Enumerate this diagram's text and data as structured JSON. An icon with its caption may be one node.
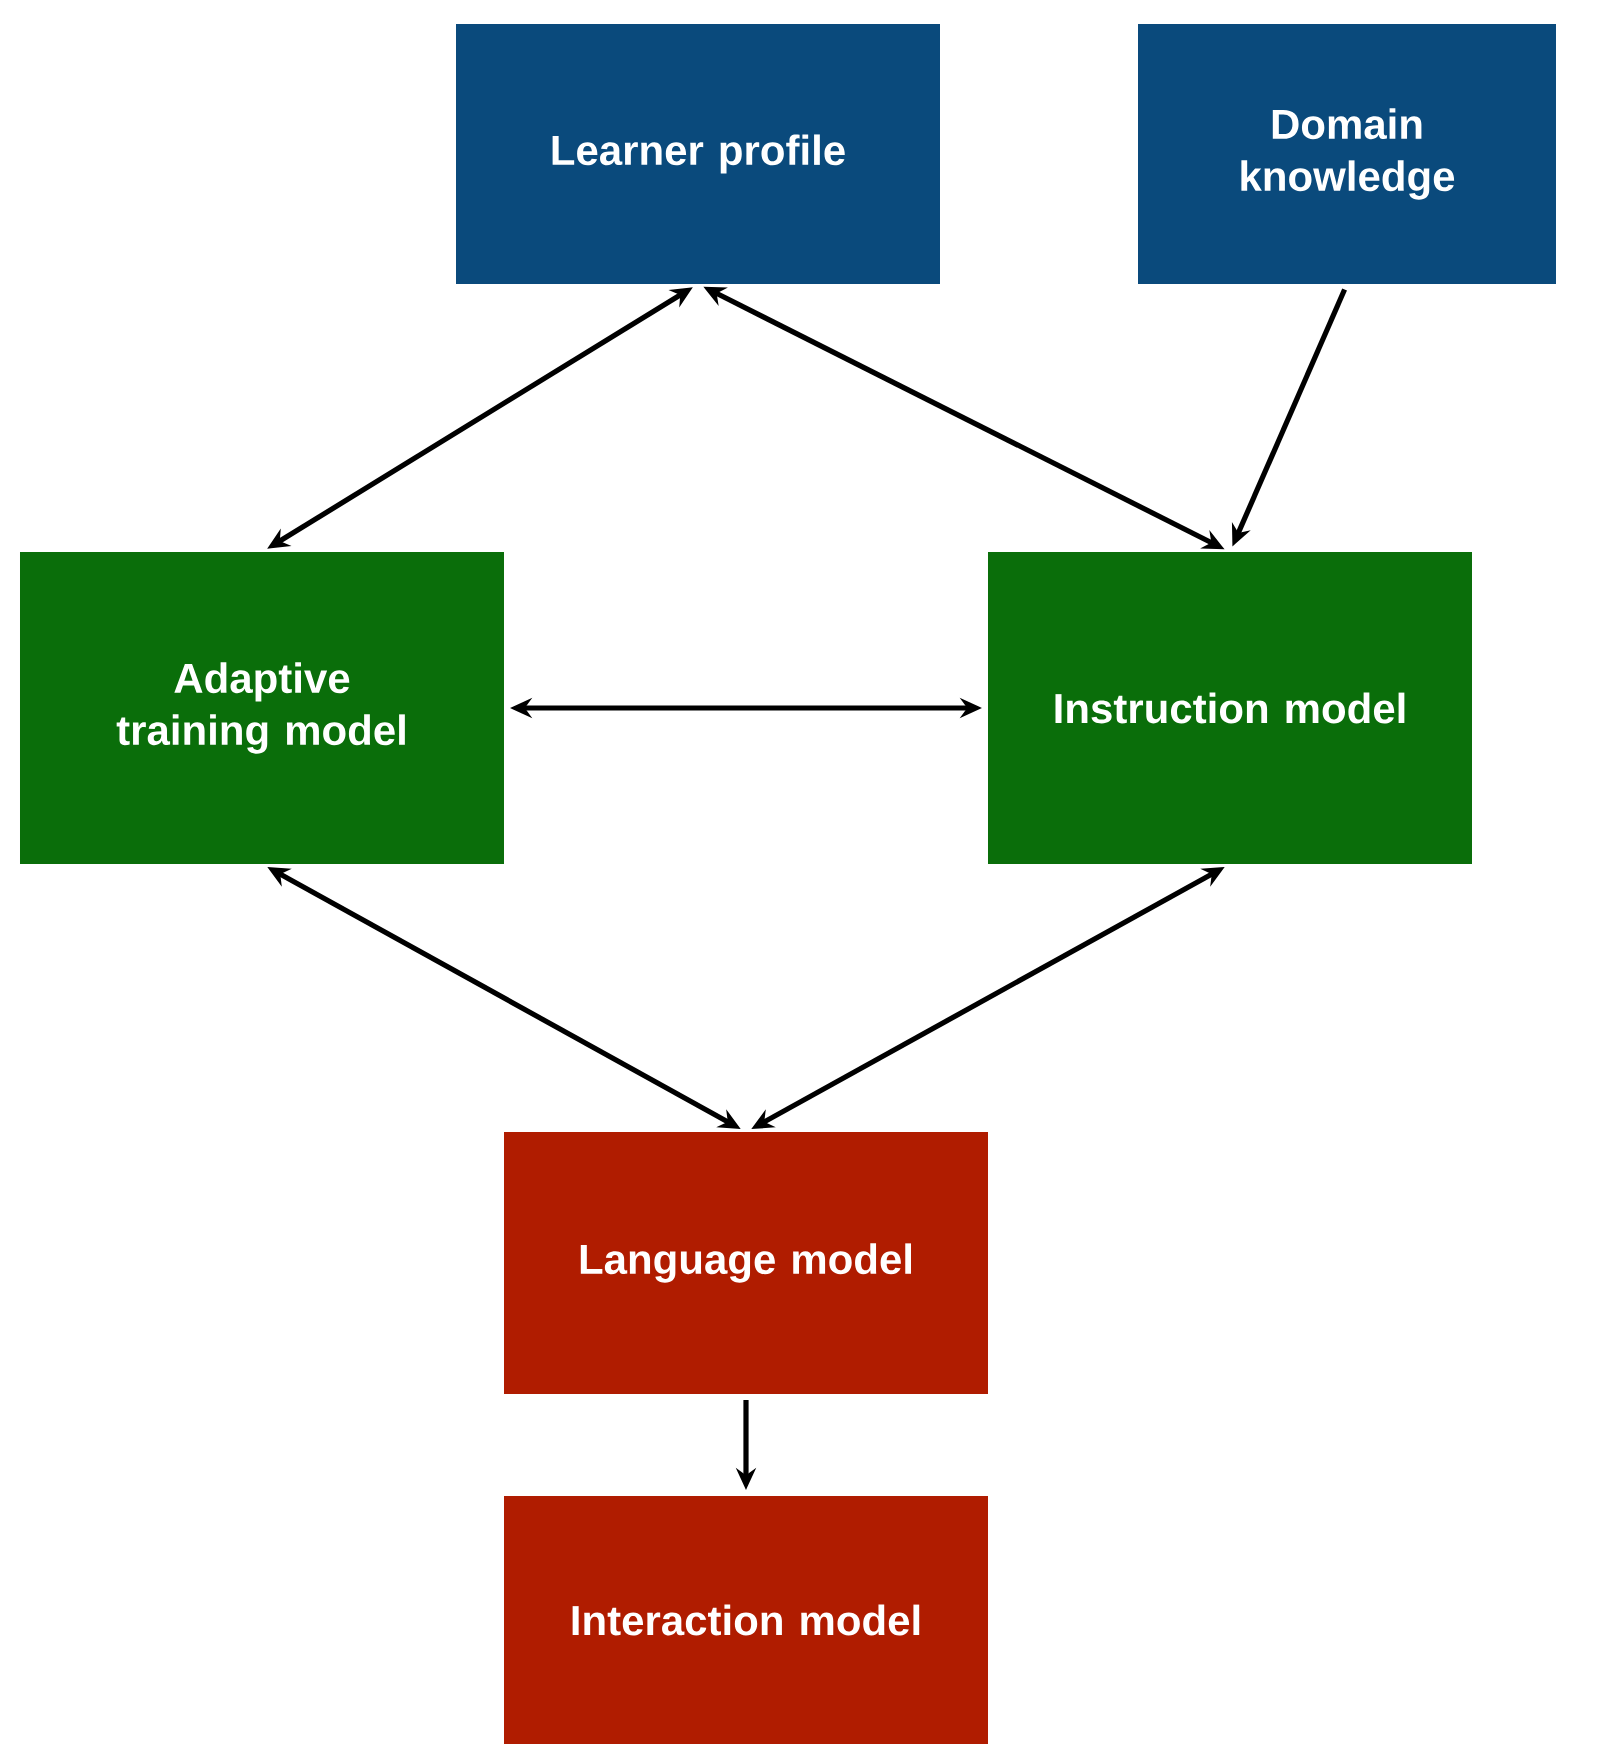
{
  "diagram": {
    "nodes": [
      {
        "text": [
          "Learner profile"
        ]
      },
      {
        "text": [
          "Domain knowledge"
        ]
      },
      {
        "text": [
          "Adaptive training model"
        ]
      },
      {
        "text": [
          "Instruction model"
        ]
      },
      {
        "text": [
          "Language model"
        ]
      },
      {
        "text": [
          "Interaction model"
        ]
      }
    ],
    "edges": [
      {
        "from": 0,
        "to": 2,
        "arrow": "both"
      },
      {
        "from": 0,
        "to": 3,
        "arrow": "both"
      },
      {
        "from": 1,
        "to": 3,
        "arrow": "to"
      },
      {
        "from": 2,
        "to": 3,
        "arrow": "both"
      },
      {
        "from": 2,
        "to": 4,
        "arrow": "both"
      },
      {
        "from": 3,
        "to": 4,
        "arrow": "both"
      },
      {
        "from": 4,
        "to": 5,
        "arrow": "to"
      }
    ]
  }
}
